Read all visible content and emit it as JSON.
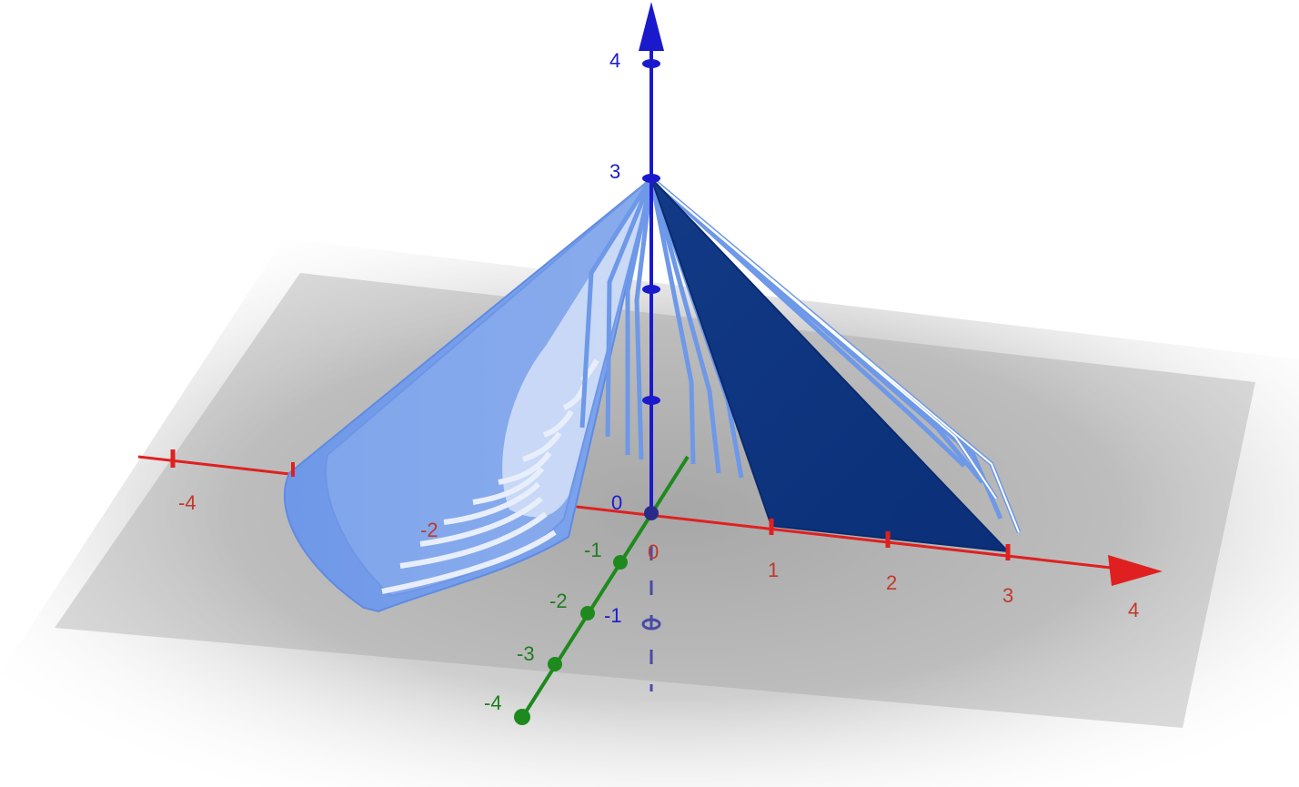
{
  "scene": {
    "x_axis": {
      "color": "#e02020",
      "tick_labels": [
        "-4",
        "-2",
        "0",
        "1",
        "2",
        "3",
        "4"
      ]
    },
    "y_axis": {
      "color": "#1e8a1e",
      "tick_labels": [
        "-1",
        "-2",
        "-3",
        "-4"
      ]
    },
    "z_axis": {
      "color": "#1a1acc",
      "tick_labels": [
        "0",
        "3",
        "4"
      ]
    },
    "extra_labels": {
      "z_below": "-1"
    },
    "surface": {
      "light_color": "#6d96e6",
      "dark_color": "#0e3a8c"
    },
    "plane_color": "#c8c8c8"
  }
}
